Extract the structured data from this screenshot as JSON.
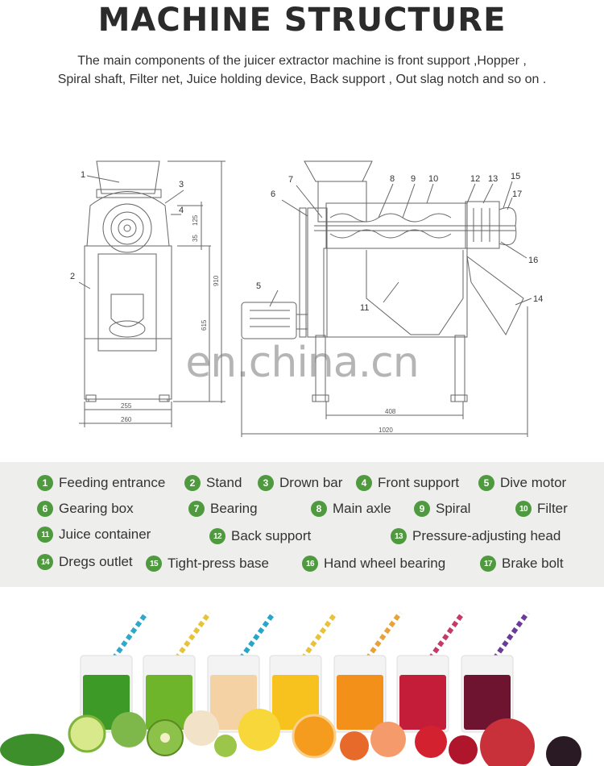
{
  "title": "MACHINE STRUCTURE",
  "intro": {
    "line1": "The main components of the juicer extractor machine is front support ,Hopper ,",
    "line2": "Spiral shaft, Filter net, Juice holding device, Back support , Out slag notch and so on ."
  },
  "watermark": "en.china.cn",
  "drawing": {
    "callouts": [
      "1",
      "2",
      "3",
      "4",
      "5",
      "6",
      "7",
      "8",
      "9",
      "10",
      "11",
      "12",
      "13",
      "14",
      "15",
      "16",
      "17"
    ],
    "dimensions": {
      "d125": "125",
      "d35": "35",
      "d910": "910",
      "d615": "615",
      "d255": "255",
      "d260": "260",
      "d408": "408",
      "d1020": "1020"
    }
  },
  "legend": [
    {
      "num": "1",
      "label": "Feeding entrance"
    },
    {
      "num": "2",
      "label": "Stand"
    },
    {
      "num": "3",
      "label": "Drown bar"
    },
    {
      "num": "4",
      "label": "Front support"
    },
    {
      "num": "5",
      "label": "Dive motor"
    },
    {
      "num": "6",
      "label": "Gearing box"
    },
    {
      "num": "7",
      "label": "Bearing"
    },
    {
      "num": "8",
      "label": "Main axle"
    },
    {
      "num": "9",
      "label": "Spiral"
    },
    {
      "num": "10",
      "label": "Filter"
    },
    {
      "num": "11",
      "label": "Juice container"
    },
    {
      "num": "12",
      "label": "Back support"
    },
    {
      "num": "13",
      "label": "Pressure-adjusting head"
    },
    {
      "num": "14",
      "label": "Dregs outlet"
    },
    {
      "num": "15",
      "label": "Tight-press base"
    },
    {
      "num": "16",
      "label": "Hand wheel bearing"
    },
    {
      "num": "17",
      "label": "Brake bolt"
    }
  ],
  "colors": {
    "accent": "#4f9a3f",
    "legend_bg": "#eeeeec",
    "title": "#2b2b2b"
  },
  "glasses": [
    {
      "name": "green-juice",
      "color": "#3e9a26",
      "straw": "#2fa8c9"
    },
    {
      "name": "lime-juice",
      "color": "#6fb52c",
      "straw": "#e7c33a"
    },
    {
      "name": "peach-juice",
      "color": "#f4d2a4",
      "straw": "#27a6c8"
    },
    {
      "name": "yellow-juice",
      "color": "#f7c21d",
      "straw": "#e9c23a"
    },
    {
      "name": "orange-juice",
      "color": "#f29019",
      "straw": "#e9a13a"
    },
    {
      "name": "red-juice",
      "color": "#c31d3a",
      "straw": "#c43b6b"
    },
    {
      "name": "purple-juice",
      "color": "#6e1431",
      "straw": "#6b3b9a"
    }
  ]
}
